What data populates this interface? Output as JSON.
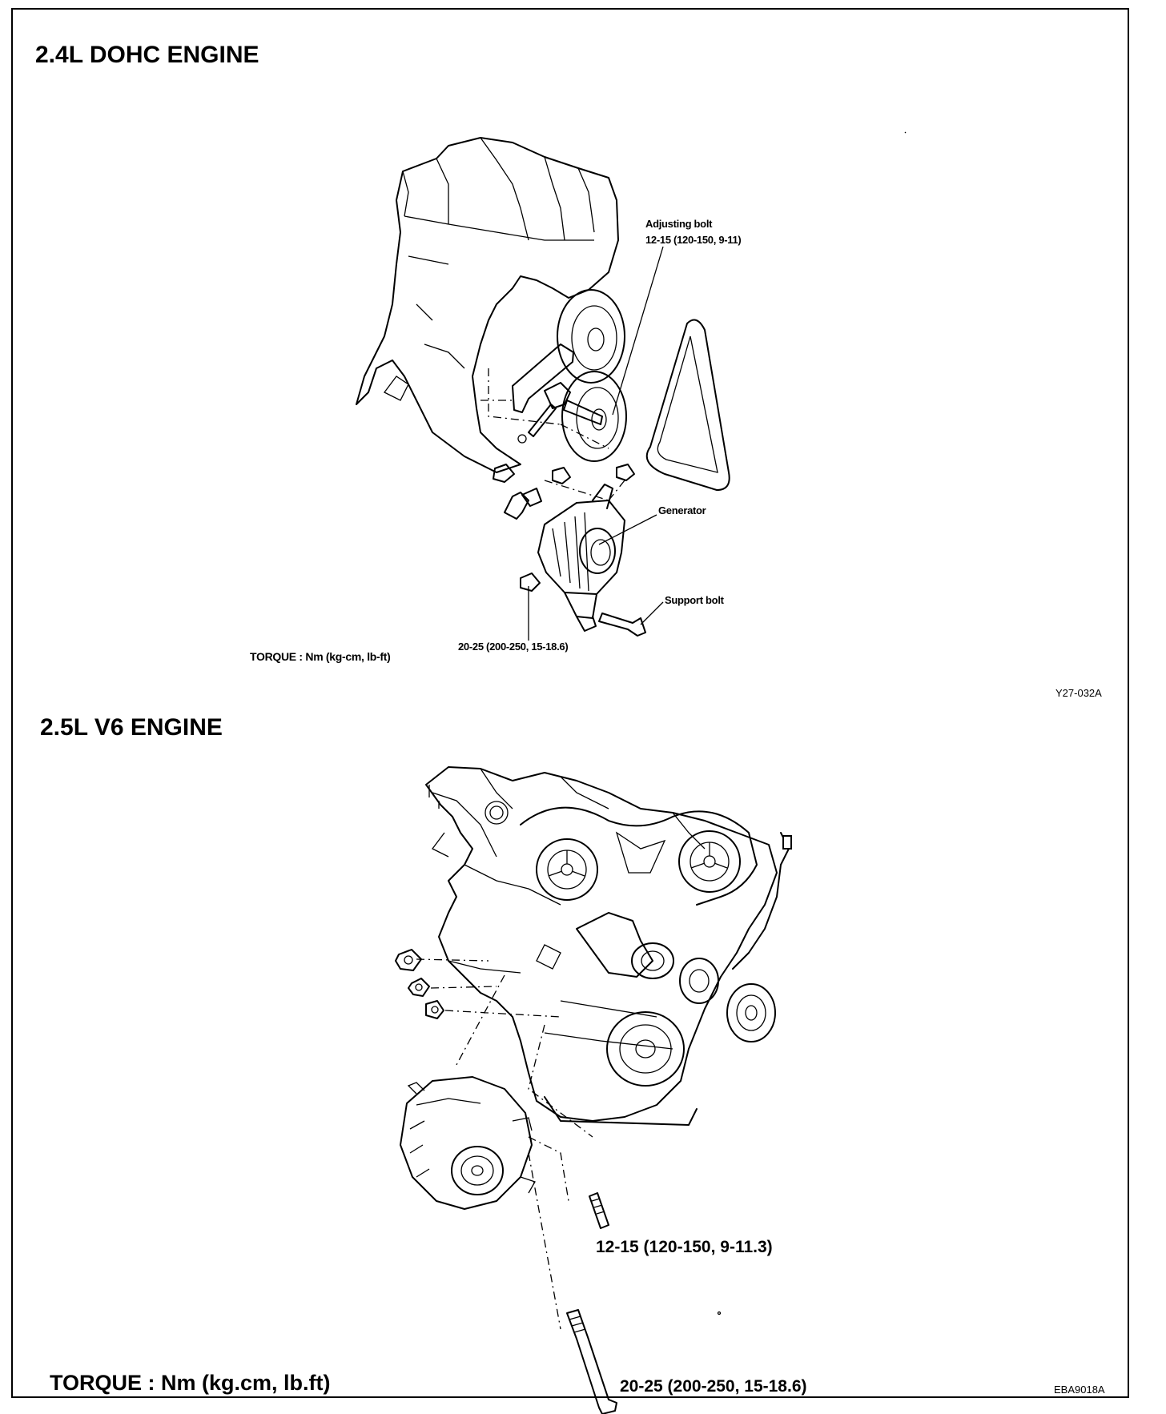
{
  "top": {
    "heading": "2.4L DOHC ENGINE",
    "labels": {
      "adjusting_bolt": "Adjusting bolt",
      "adjusting_torque": "12-15 (120-150, 9-11)",
      "generator": "Generator",
      "support_bolt": "Support bolt",
      "support_torque": "20-25 (200-250, 15-18.6)",
      "torque_unit": "TORQUE : Nm (kg-cm, lb-ft)"
    },
    "figure_code": "Y27-032A"
  },
  "bottom": {
    "heading": "2.5L V6 ENGINE",
    "labels": {
      "upper_bolt_torque": "12-15 (120-150, 9-11.3)",
      "lower_bolt_torque": "20-25 (200-250, 15-18.6)",
      "torque_unit": "TORQUE : Nm (kg.cm, lb.ft)"
    },
    "figure_code": "EBA9018A"
  }
}
